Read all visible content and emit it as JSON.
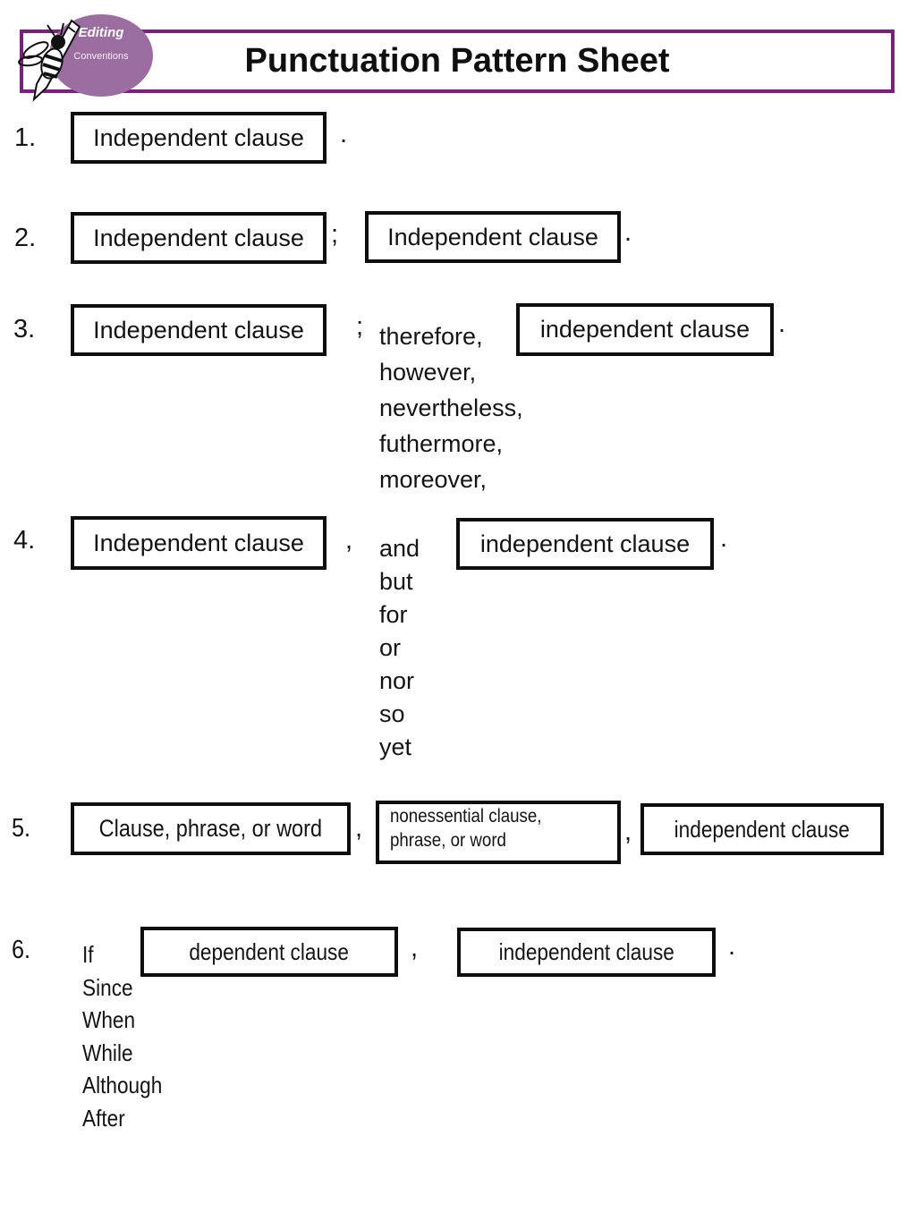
{
  "slide": {
    "title": "Punctuation Pattern Sheet",
    "logo": {
      "line1": "Editing",
      "line2": "Conventions",
      "icon": "bee-pencil-icon"
    },
    "colors": {
      "title_border_purple": "#7c1f7e",
      "logo_ellipse_purple": "#9b6da0",
      "box_border_black": "#0d0d0d",
      "text_black": "#141414"
    }
  },
  "patterns": {
    "p1": {
      "number": "1.",
      "box1": "Independent clause",
      "end_punct": "."
    },
    "p2": {
      "number": "2.",
      "box1": "Independent clause",
      "mid_punct": ";",
      "box2": "Independent clause",
      "end_punct": "."
    },
    "p3": {
      "number": "3.",
      "box1": "Independent clause",
      "mid_punct": ";",
      "connectors": [
        "therefore,",
        "however,",
        "nevertheless,",
        "futhermore,",
        "moreover,"
      ],
      "box2": "independent clause",
      "end_punct": "."
    },
    "p4": {
      "number": "4.",
      "box1": "Independent clause",
      "mid_punct": ",",
      "connectors": [
        "and",
        "but",
        "for",
        "or",
        "nor",
        "so",
        "yet"
      ],
      "box2": "independent clause",
      "end_punct": "."
    },
    "p5": {
      "number": "5.",
      "box1": "Clause, phrase, or word",
      "punct1": ",",
      "box2_line1": "nonessential clause,",
      "box2_line2": "phrase, or word",
      "punct2": ",",
      "box3": "independent clause"
    },
    "p6": {
      "number": "6.",
      "connectors": [
        "If",
        "Since",
        "When",
        "While",
        "Although",
        "After"
      ],
      "box1": "dependent clause",
      "mid_punct": ",",
      "box2": "independent clause",
      "end_punct": "."
    }
  }
}
